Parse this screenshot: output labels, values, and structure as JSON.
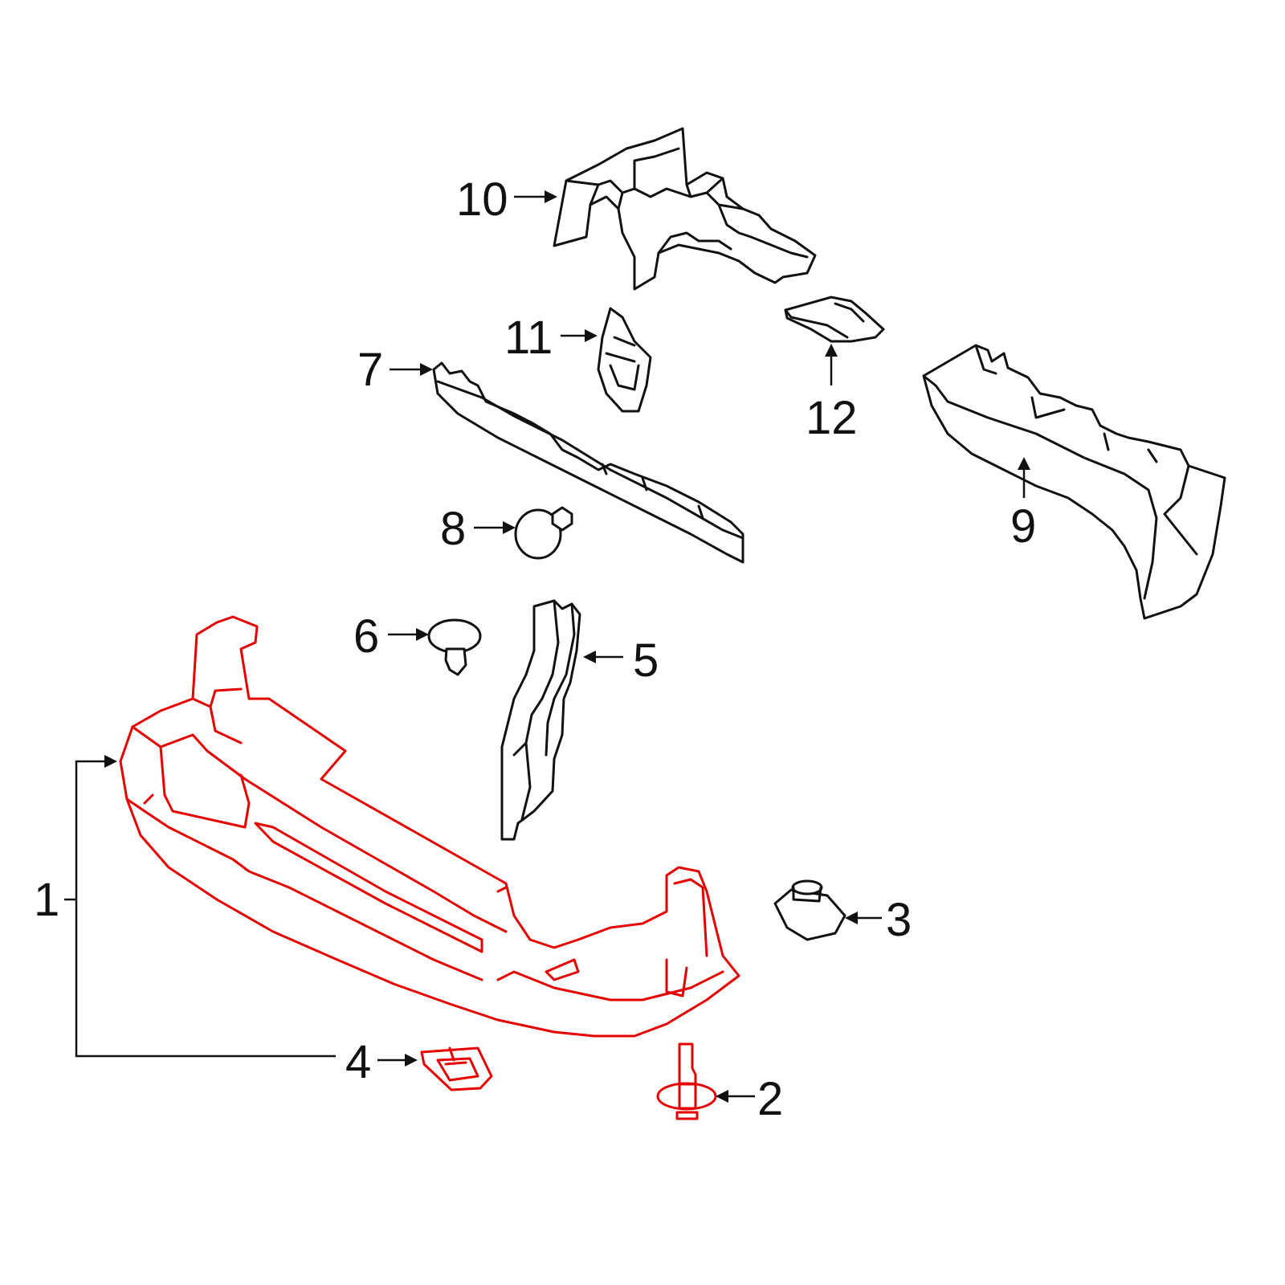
{
  "colors": {
    "highlight": "#e60000",
    "line": "#111111",
    "background": "#ffffff"
  },
  "callouts": {
    "c1": "1",
    "c2": "2",
    "c3": "3",
    "c4": "4",
    "c5": "5",
    "c6": "6",
    "c7": "7",
    "c8": "8",
    "c9": "9",
    "c10": "10",
    "c11": "11",
    "c12": "12"
  },
  "highlighted_parts": [
    "1",
    "2",
    "4"
  ]
}
